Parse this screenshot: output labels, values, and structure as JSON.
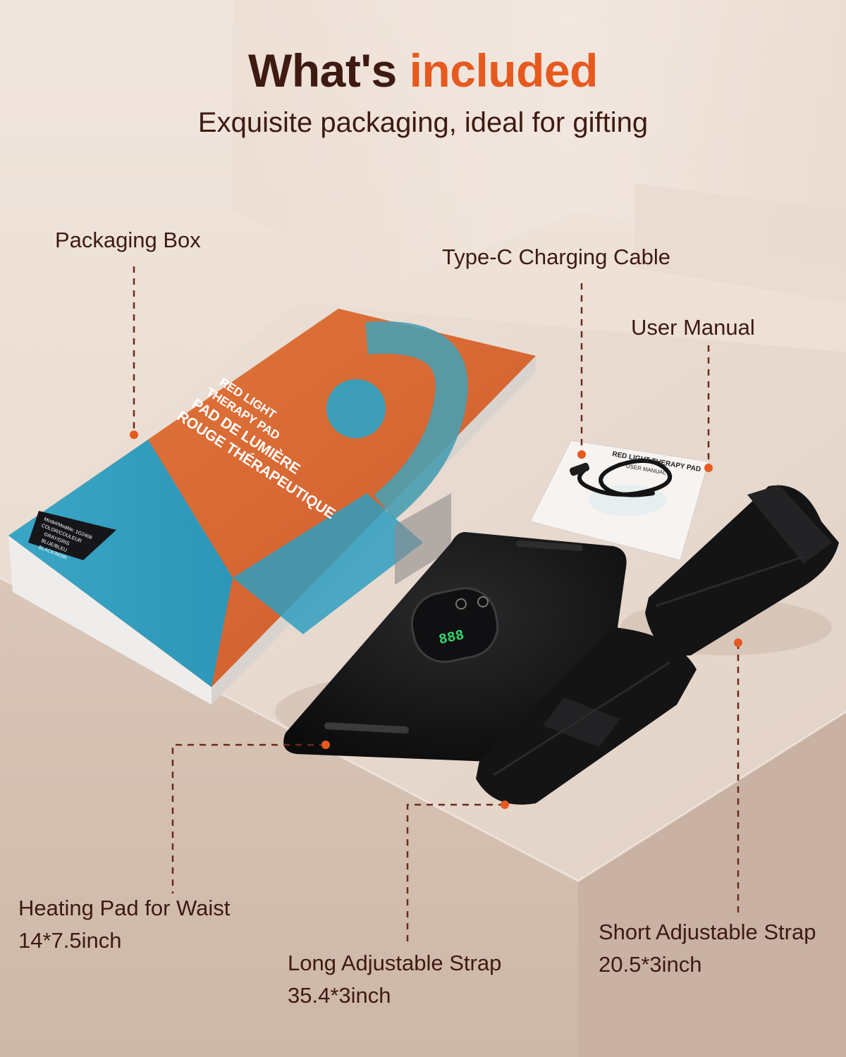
{
  "header": {
    "title_main": "What's",
    "title_accent": "included",
    "subtitle": "Exquisite packaging, ideal for gifting"
  },
  "box": {
    "lines": [
      "RED LIGHT",
      "THERAPY PAD",
      "PAD DE LUMIÈRE",
      "ROUGE THÉRAPEUTIQUE"
    ],
    "spec_lines": [
      "Model/Modèle: 1G2408",
      "COLOR/COULEUR",
      "GRAY/GRIS",
      "BLUE/BLEU",
      "BLACK/NOIR"
    ]
  },
  "manual": {
    "title": "RED LIGHT THERAPY PAD",
    "subtitle": "USER MANUAL"
  },
  "controller": {
    "display": "888"
  },
  "labels": {
    "packaging_box": "Packaging Box",
    "cable": "Type-C Charging Cable",
    "manual": "User Manual",
    "pad_name": "Heating Pad for Waist",
    "pad_size": "14*7.5inch",
    "long_name": "Long Adjustable Strap",
    "long_size": "35.4*3inch",
    "short_name": "Short Adjustable Strap",
    "short_size": "20.5*3inch"
  },
  "colors": {
    "text": "#3e1a12",
    "accent": "#e65a1f",
    "leader": "#6b2a1c",
    "dot": "#e65a1f"
  }
}
